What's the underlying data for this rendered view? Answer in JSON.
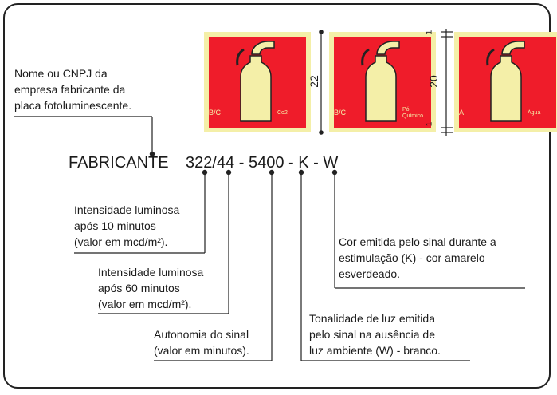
{
  "signs": [
    {
      "class": "B/C",
      "agent": "Co2"
    },
    {
      "class": "B/C",
      "agent": "Pó Químico"
    },
    {
      "class": "A",
      "agent": "Água"
    }
  ],
  "dimensions": {
    "height_total": "22",
    "height_pictogram": "20",
    "margin_top": "1",
    "margin_bottom": "1"
  },
  "code": {
    "prefix": "FABRICANTE",
    "value": "322/44 - 5400 - K - W"
  },
  "callouts": {
    "manufacturer": [
      "Nome ou CNPJ da",
      "empresa fabricante da",
      "placa fotoluminescente."
    ],
    "intensity_10": [
      "Intensidade luminosa",
      "após 10 minutos",
      "(valor em mcd/m²)."
    ],
    "intensity_60": [
      "Intensidade luminosa",
      "após 60 minutos",
      "(valor em mcd/m²)."
    ],
    "autonomy": [
      "Autonomia do sinal",
      "(valor em minutos)."
    ],
    "tone_dark": [
      "Tonalidade de luz emitida",
      "pelo sinal na ausência de",
      "luz ambiente (W) - branco."
    ],
    "color_emitted": [
      "Cor emitida pelo sinal durante a",
      "estimulação  (K) - cor amarelo",
      "esverdeado."
    ]
  },
  "colors": {
    "sign_red": "#ef1c2a",
    "sign_yellow": "#f4efa8",
    "line": "#222222"
  }
}
